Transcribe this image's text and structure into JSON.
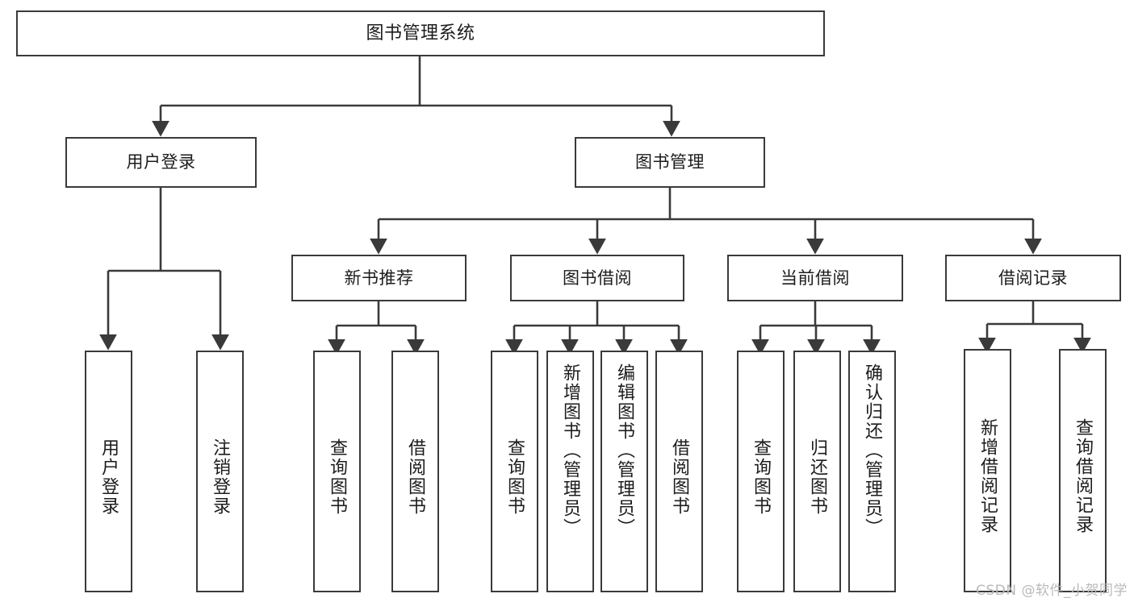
{
  "diagram": {
    "title": "图书管理系统",
    "type": "hierarchy-tree",
    "watermark": "CSDN @软件_小贺同学",
    "colors": {
      "box_border": "#3a3a3a",
      "box_fill": "#ffffff",
      "edge": "#3a3a3a",
      "text": "#1c1c1c",
      "watermark": "#b9b9b9",
      "background": "#ffffff"
    },
    "levels": [
      {
        "level": 1,
        "nodes": [
          {
            "id": "root",
            "label": "图书管理系统",
            "orientation": "horizontal"
          }
        ]
      },
      {
        "level": 2,
        "nodes": [
          {
            "id": "user-login",
            "label": "用户登录",
            "orientation": "horizontal",
            "parent": "root"
          },
          {
            "id": "book-manage",
            "label": "图书管理",
            "orientation": "horizontal",
            "parent": "root"
          }
        ]
      },
      {
        "level": 3,
        "nodes": [
          {
            "id": "new-book-rec",
            "label": "新书推荐",
            "orientation": "horizontal",
            "parent": "book-manage"
          },
          {
            "id": "book-borrow",
            "label": "图书借阅",
            "orientation": "horizontal",
            "parent": "book-manage"
          },
          {
            "id": "current-borrow",
            "label": "当前借阅",
            "orientation": "horizontal",
            "parent": "book-manage"
          },
          {
            "id": "borrow-record",
            "label": "借阅记录",
            "orientation": "horizontal",
            "parent": "book-manage"
          }
        ]
      },
      {
        "level": 4,
        "nodes": [
          {
            "id": "leaf-user-login",
            "label": "用户登录",
            "orientation": "vertical",
            "parent": "user-login"
          },
          {
            "id": "leaf-logout",
            "label": "注销登录",
            "orientation": "vertical",
            "parent": "user-login"
          },
          {
            "id": "leaf-query-book-1",
            "label": "查询图书",
            "orientation": "vertical",
            "parent": "new-book-rec"
          },
          {
            "id": "leaf-borrow-book-1",
            "label": "借阅图书",
            "orientation": "vertical",
            "parent": "new-book-rec"
          },
          {
            "id": "leaf-query-book-2",
            "label": "查询图书",
            "orientation": "vertical",
            "parent": "book-borrow"
          },
          {
            "id": "leaf-add-book",
            "label": "新增图书（管理员）",
            "orientation": "vertical",
            "parent": "book-borrow"
          },
          {
            "id": "leaf-edit-book",
            "label": "编辑图书（管理员）",
            "orientation": "vertical",
            "parent": "book-borrow"
          },
          {
            "id": "leaf-borrow-book-2",
            "label": "借阅图书",
            "orientation": "vertical",
            "parent": "book-borrow"
          },
          {
            "id": "leaf-query-book-3",
            "label": "查询图书",
            "orientation": "vertical",
            "parent": "current-borrow"
          },
          {
            "id": "leaf-return-book",
            "label": "归还图书",
            "orientation": "vertical",
            "parent": "current-borrow"
          },
          {
            "id": "leaf-confirm-return",
            "label": "确认归还（管理员）",
            "orientation": "vertical",
            "parent": "current-borrow"
          },
          {
            "id": "leaf-add-record",
            "label": "新增借阅记录",
            "orientation": "vertical",
            "parent": "borrow-record"
          },
          {
            "id": "leaf-query-record",
            "label": "查询借阅记录",
            "orientation": "vertical",
            "parent": "borrow-record"
          }
        ]
      }
    ]
  }
}
